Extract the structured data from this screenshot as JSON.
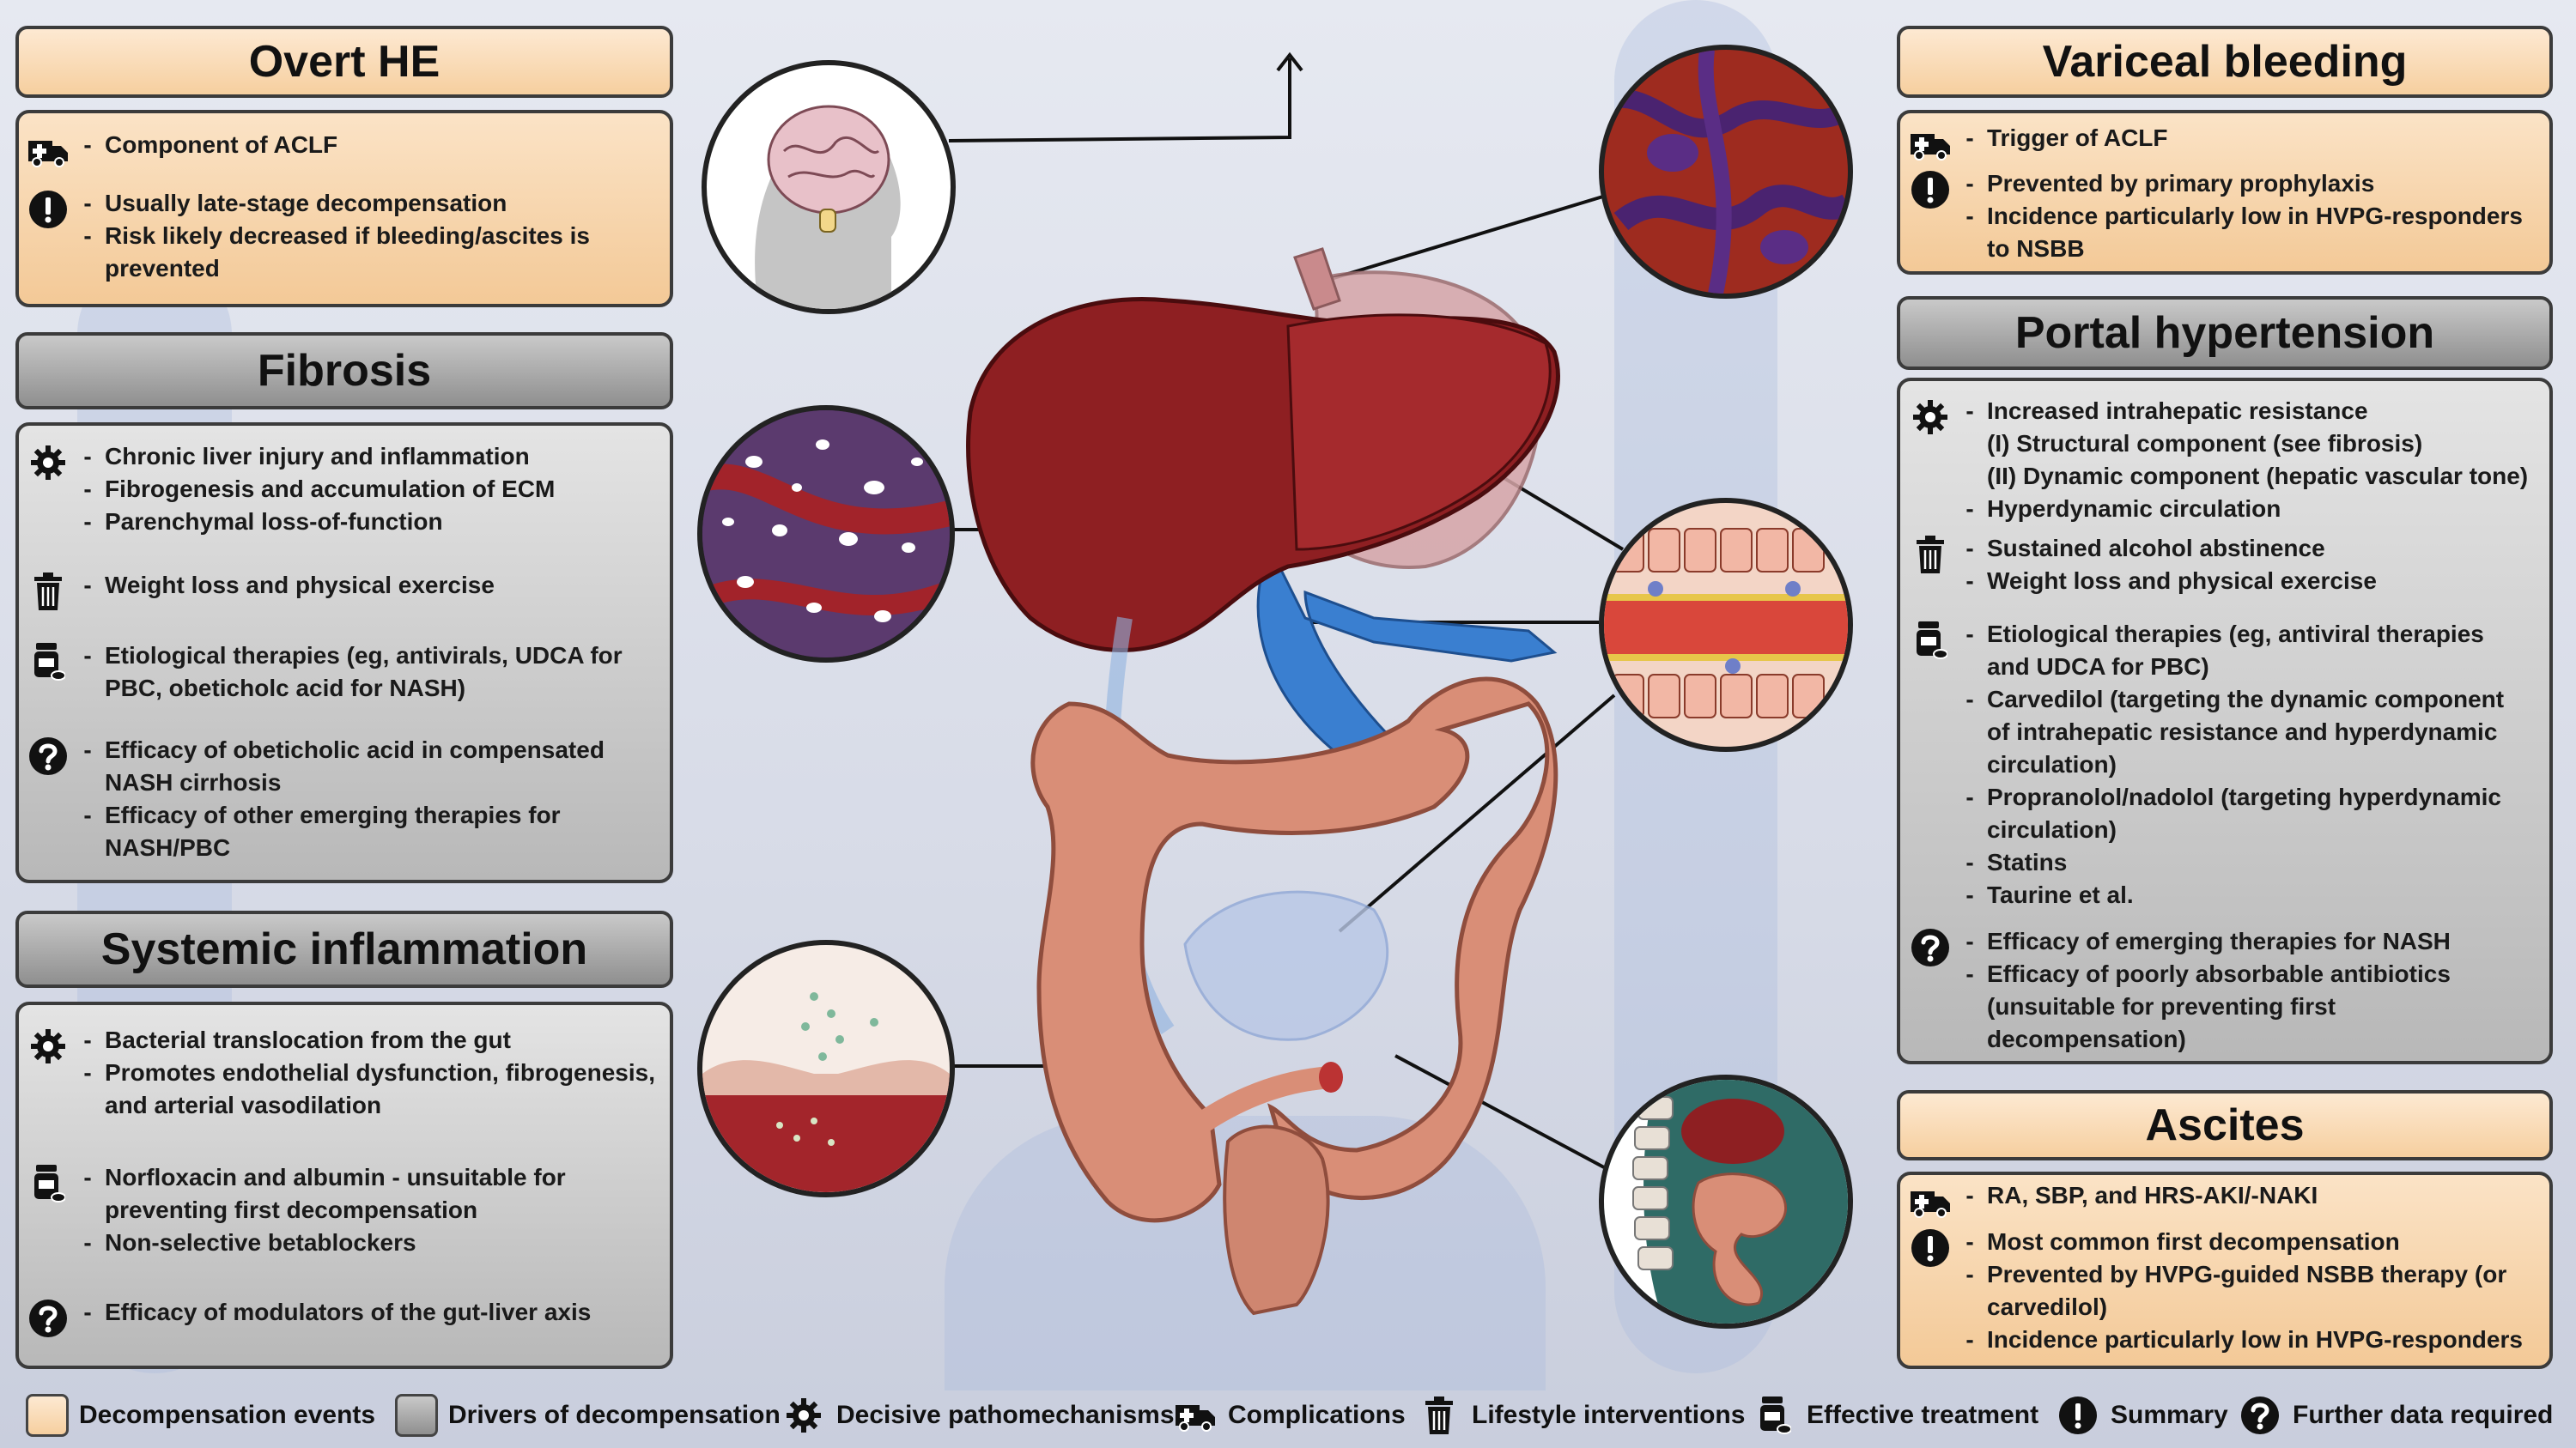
{
  "panels": {
    "overt_he": {
      "title": "Overt HE",
      "rows": [
        {
          "icon": "ambulance-icon",
          "lines": [
            "Component of ACLF"
          ]
        },
        {
          "icon": "exclamation-icon",
          "lines": [
            "Usually late-stage decompensation",
            "Risk likely decreased if bleeding/ascites is",
            "prevented"
          ]
        }
      ]
    },
    "fibrosis": {
      "title": "Fibrosis",
      "rows": [
        {
          "icon": "gear-icon",
          "lines": [
            "Chronic liver injury and inflammation",
            "Fibrogenesis and accumulation of ECM",
            "Parenchymal loss-of-function"
          ]
        },
        {
          "icon": "trash-icon",
          "lines": [
            "Weight loss and physical exercise"
          ]
        },
        {
          "icon": "medication-icon",
          "lines": [
            "Etiological therapies (eg, antivirals, UDCA for",
            "PBC, obeticholc acid for NASH)"
          ]
        },
        {
          "icon": "question-icon",
          "lines": [
            "Efficacy of obeticholic acid in compensated",
            "NASH cirrhosis",
            "Efficacy of other emerging therapies for",
            "NASH/PBC"
          ]
        }
      ]
    },
    "systemic_inflammation": {
      "title": "Systemic inflammation",
      "rows": [
        {
          "icon": "gear-icon",
          "lines": [
            "Bacterial translocation from the gut",
            "Promotes endothelial dysfunction, fibrogenesis,",
            "and arterial vasodilation"
          ]
        },
        {
          "icon": "medication-icon",
          "lines": [
            "Norfloxacin and albumin - unsuitable for",
            "preventing first decompensation",
            "Non-selective betablockers"
          ]
        },
        {
          "icon": "question-icon",
          "lines": [
            "Efficacy of modulators of the gut-liver axis"
          ]
        }
      ]
    },
    "variceal_bleeding": {
      "title": "Variceal bleeding",
      "rows": [
        {
          "icon": "ambulance-icon",
          "lines": [
            "Trigger of ACLF"
          ]
        },
        {
          "icon": "exclamation-icon",
          "lines": [
            "Prevented by primary prophylaxis",
            "Incidence particularly low in HVPG-responders",
            "to NSBB"
          ]
        }
      ]
    },
    "portal_hypertension": {
      "title": "Portal hypertension",
      "rows": [
        {
          "icon": "gear-icon",
          "lines": [
            "Increased intrahepatic resistance",
            "(I) Structural component (see fibrosis)",
            "(II) Dynamic component (hepatic vascular tone)",
            "Hyperdynamic circulation"
          ]
        },
        {
          "icon": "trash-icon",
          "lines": [
            "Sustained alcohol abstinence",
            "Weight loss and physical exercise"
          ]
        },
        {
          "icon": "medication-icon",
          "lines": [
            "Etiological therapies (eg, antiviral therapies",
            "and UDCA for PBC)",
            "Carvedilol (targeting the dynamic component",
            "of intrahepatic resistance and hyperdynamic",
            "circulation)",
            "Propranolol/nadolol (targeting hyperdynamic",
            "circulation)",
            "Statins",
            "Taurine et al."
          ]
        },
        {
          "icon": "question-icon",
          "lines": [
            "Efficacy of emerging therapies for NASH",
            "Efficacy of poorly absorbable antibiotics",
            "(unsuitable for preventing first",
            "decompensation)"
          ]
        }
      ]
    },
    "ascites": {
      "title": "Ascites",
      "rows": [
        {
          "icon": "ambulance-icon",
          "lines": [
            "RA, SBP, and HRS-AKI/-NAKI"
          ]
        },
        {
          "icon": "exclamation-icon",
          "lines": [
            "Most common first decompensation",
            "Prevented by HVPG-guided NSBB therapy (or",
            "carvedilol)",
            "Incidence particularly low in HVPG-responders"
          ]
        }
      ]
    }
  },
  "legend": [
    {
      "key": "orange-swatch",
      "label": "Decompensation events"
    },
    {
      "key": "gray-swatch",
      "label": "Drivers of decompensation"
    },
    {
      "key": "gear-icon",
      "label": "Decisive pathomechanisms"
    },
    {
      "key": "ambulance-icon",
      "label": "Complications"
    },
    {
      "key": "trash-icon",
      "label": "Lifestyle interventions"
    },
    {
      "key": "medication-icon",
      "label": "Effective treatment"
    },
    {
      "key": "exclamation-icon",
      "label": "Summary"
    },
    {
      "key": "question-icon",
      "label": "Further data required"
    }
  ],
  "colors": {
    "event_fill": "#f6cf9f",
    "driver_fill": "#9a9a9a",
    "liver": "#8e1f22",
    "portal_vein": "#3a7fd0",
    "intestine": "#d98e77"
  }
}
